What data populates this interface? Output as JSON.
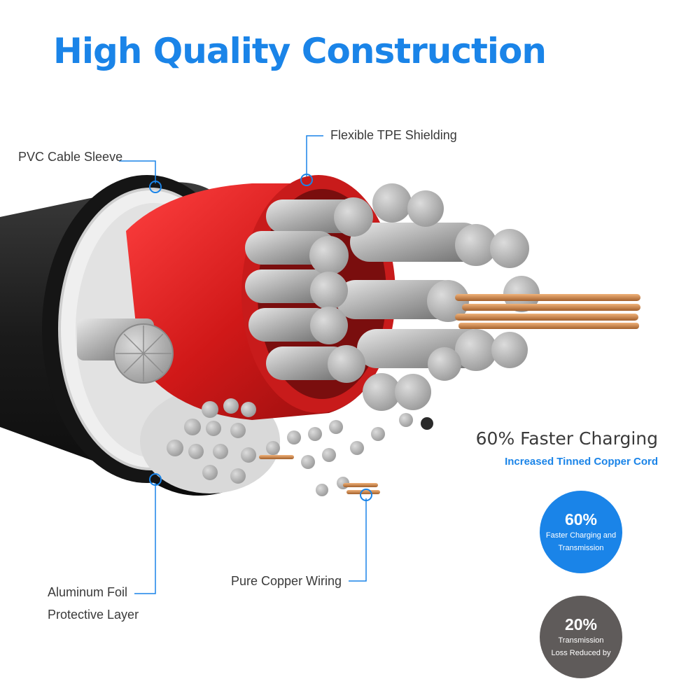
{
  "title": "High Quality Construction",
  "callouts": {
    "pvc": "PVC Cable Sleeve",
    "tpe": "Flexible TPE Shielding",
    "foil_line1": "Aluminum Foil",
    "foil_line2": "Protective Layer",
    "copper": "Pure Copper Wiring"
  },
  "feature": {
    "title": "60% Faster Charging",
    "subtitle": "Increased Tinned Copper Cord"
  },
  "badges": [
    {
      "value": "60%",
      "line1": "Faster Charging and",
      "line2": "Transmission",
      "color": "#1a84e8"
    },
    {
      "value": "20%",
      "line1": "Transmission",
      "line2": "Loss Reduced by",
      "color": "#5f5b5a"
    }
  ],
  "colors": {
    "accent": "#1a84e8",
    "sheath": "#1c1c1c",
    "tpe_red": "#d81f1f",
    "wire_silver": "#b5b5b5",
    "copper": "#c98a4a"
  }
}
